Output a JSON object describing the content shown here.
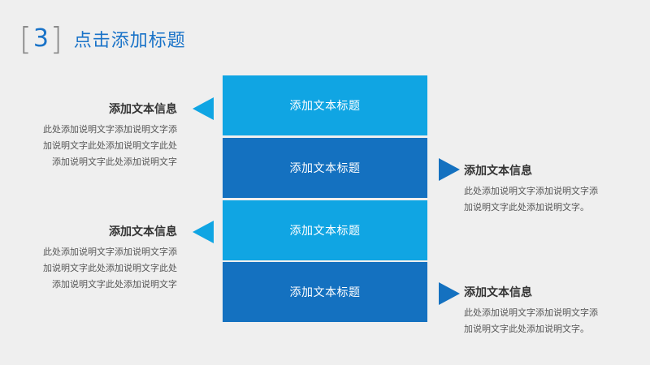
{
  "header": {
    "bracket_open": "[",
    "number": "3",
    "bracket_close": "]",
    "title": "点击添加标题"
  },
  "blocks": [
    {
      "label": "添加文本标题"
    },
    {
      "label": "添加文本标题"
    },
    {
      "label": "添加文本标题"
    },
    {
      "label": "添加文本标题"
    }
  ],
  "items": [
    {
      "title": "添加文本信息",
      "lines": [
        "此处添加说明文字添加说明文字添",
        "加说明文字此处添加说明文字此处",
        "添加说明文字此处添加说明文字"
      ]
    },
    {
      "title": "添加文本信息",
      "lines": [
        "此处添加说明文字添加说明文字添",
        "加说明文字此处添加说明文字。"
      ]
    },
    {
      "title": "添加文本信息",
      "lines": [
        "此处添加说明文字添加说明文字添",
        "加说明文字此处添加说明文字此处",
        "添加说明文字此处添加说明文字"
      ]
    },
    {
      "title": "添加文本信息",
      "lines": [
        "此处添加说明文字添加说明文字添",
        "加说明文字此处添加说明文字。"
      ]
    }
  ],
  "colors": {
    "accent_light": "#10a5e3",
    "accent_dark": "#1471c0",
    "title_blue": "#1a73c8",
    "background": "#efefef"
  }
}
